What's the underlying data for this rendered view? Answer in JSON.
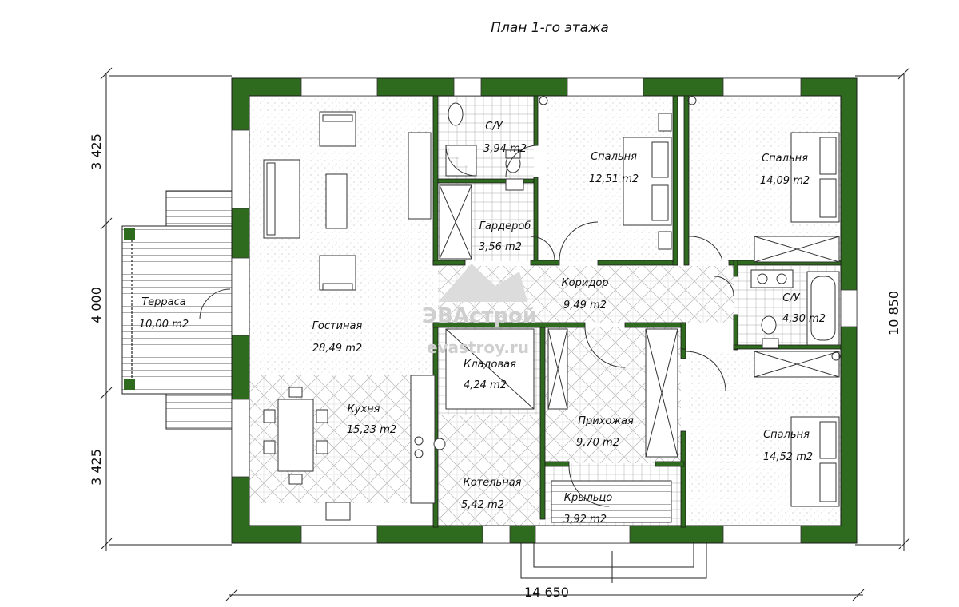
{
  "title": "План 1-го этажа",
  "watermark": {
    "brand": "ЭВАстрой",
    "site": "evastroy.ru"
  },
  "colors": {
    "wall": "#2e6b1f",
    "accent": "#1f5a14",
    "tile": "#9a9a9a"
  },
  "dimensions": {
    "total_width": "14 650",
    "total_height": "10 850",
    "left_top": "3 425",
    "left_mid": "4 000",
    "left_bottom": "3 425"
  },
  "rooms": [
    {
      "name": "Терраса",
      "area": "10,00 m2"
    },
    {
      "name": "Гостиная",
      "area": "28,49 m2"
    },
    {
      "name": "С/У",
      "area": "3,94 m2"
    },
    {
      "name": "Гардероб",
      "area": "3,56 m2"
    },
    {
      "name": "Спальня",
      "area": "12,51 m2"
    },
    {
      "name": "Спальня",
      "area": "14,09 m2"
    },
    {
      "name": "Коридор",
      "area": "9,49 m2"
    },
    {
      "name": "С/У",
      "area": "4,30 m2"
    },
    {
      "name": "Кладовая",
      "area": "4,24 m2"
    },
    {
      "name": "Кухня",
      "area": "15,23 m2"
    },
    {
      "name": "Прихожая",
      "area": "9,70 m2"
    },
    {
      "name": "Спальня",
      "area": "14,52 m2"
    },
    {
      "name": "Котельная",
      "area": "5,42 m2"
    },
    {
      "name": "Крыльцо",
      "area": "3,92 m2"
    }
  ]
}
